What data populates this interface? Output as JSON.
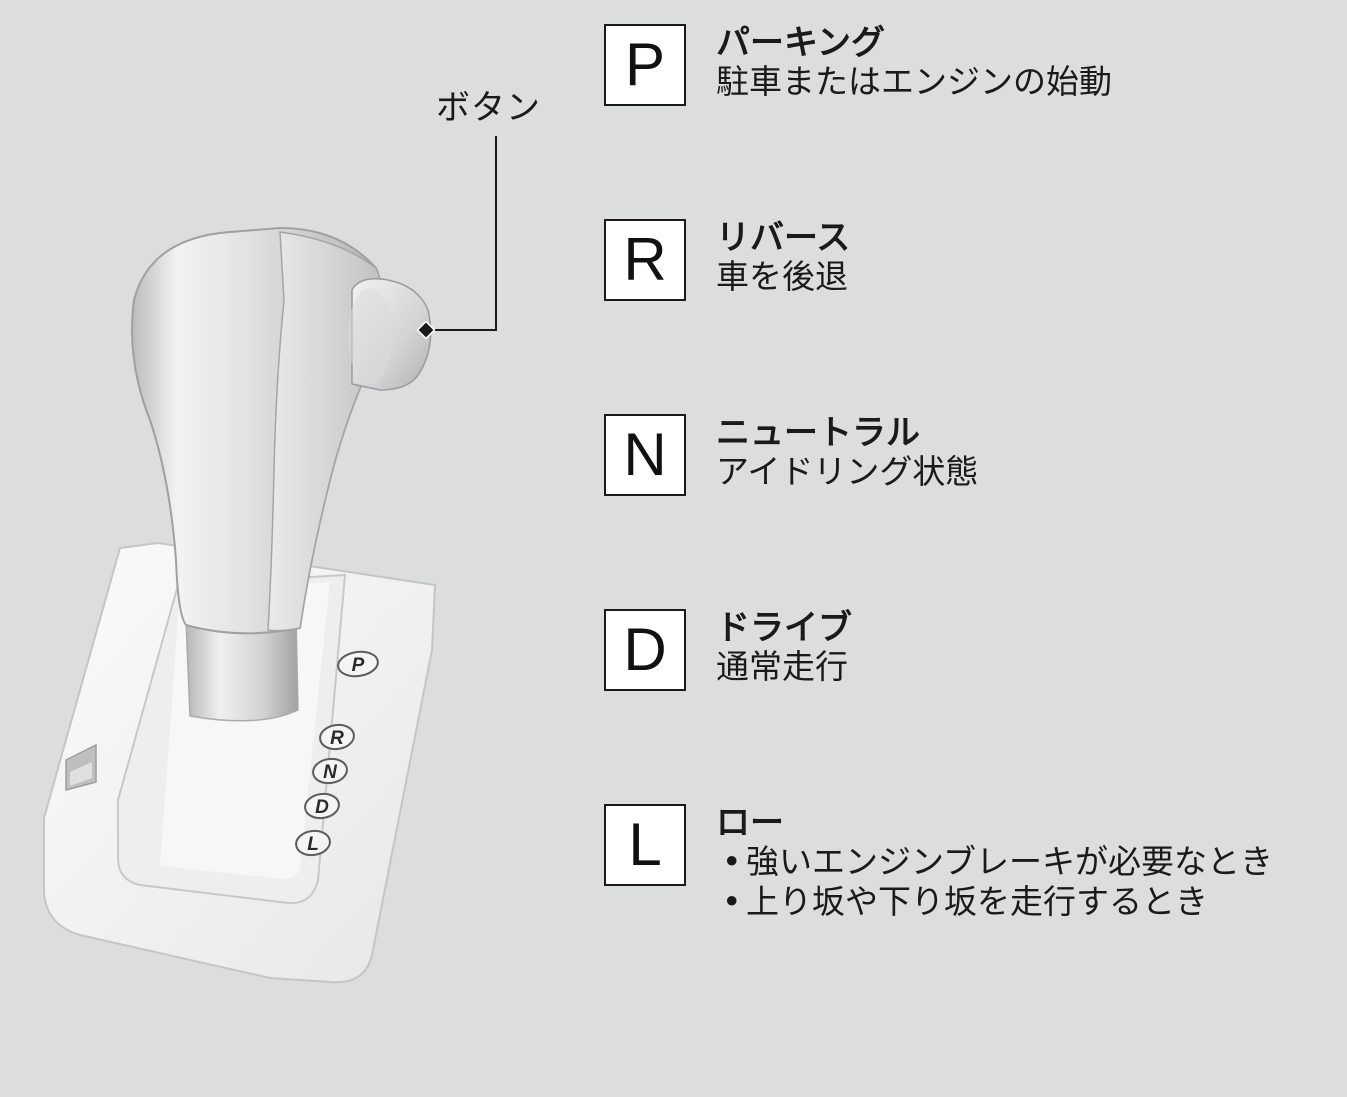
{
  "callout": {
    "button_label": "ボタン"
  },
  "gate_plate": {
    "markings": [
      "P",
      "R",
      "N",
      "D",
      "L"
    ]
  },
  "gears": [
    {
      "letter": "P",
      "name": "パーキング",
      "description": [
        "駐車またはエンジンの始動"
      ]
    },
    {
      "letter": "R",
      "name": "リバース",
      "description": [
        "車を後退"
      ]
    },
    {
      "letter": "N",
      "name": "ニュートラル",
      "description": [
        "アイドリング状態"
      ]
    },
    {
      "letter": "D",
      "name": "ドライブ",
      "description": [
        "通常走行"
      ]
    },
    {
      "letter": "L",
      "name": "ロー",
      "description": [
        "強いエンジンブレーキが必要なとき",
        "上り坂や下り坂を走行するとき"
      ]
    }
  ],
  "colors": {
    "background": "#dcdddd",
    "text": "#1a1a1a",
    "box_fill": "#ffffff"
  }
}
